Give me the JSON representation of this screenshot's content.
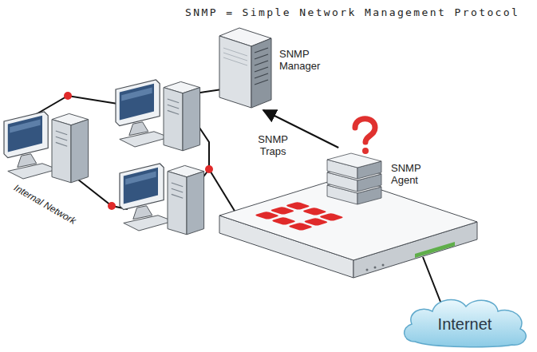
{
  "diagram": {
    "title": "SNMP = Simple Network Management Protocol",
    "nodes": [
      {
        "text": [
          "SNMP Manager"
        ]
      },
      {
        "text": [
          "SNMP Agent"
        ]
      },
      {
        "text": [
          "Internet"
        ]
      }
    ],
    "edges": [
      {
        "from": 1,
        "to": 0,
        "label": "SNMP Traps",
        "arrow": "to"
      }
    ],
    "labels": [
      "Internal Network"
    ]
  }
}
